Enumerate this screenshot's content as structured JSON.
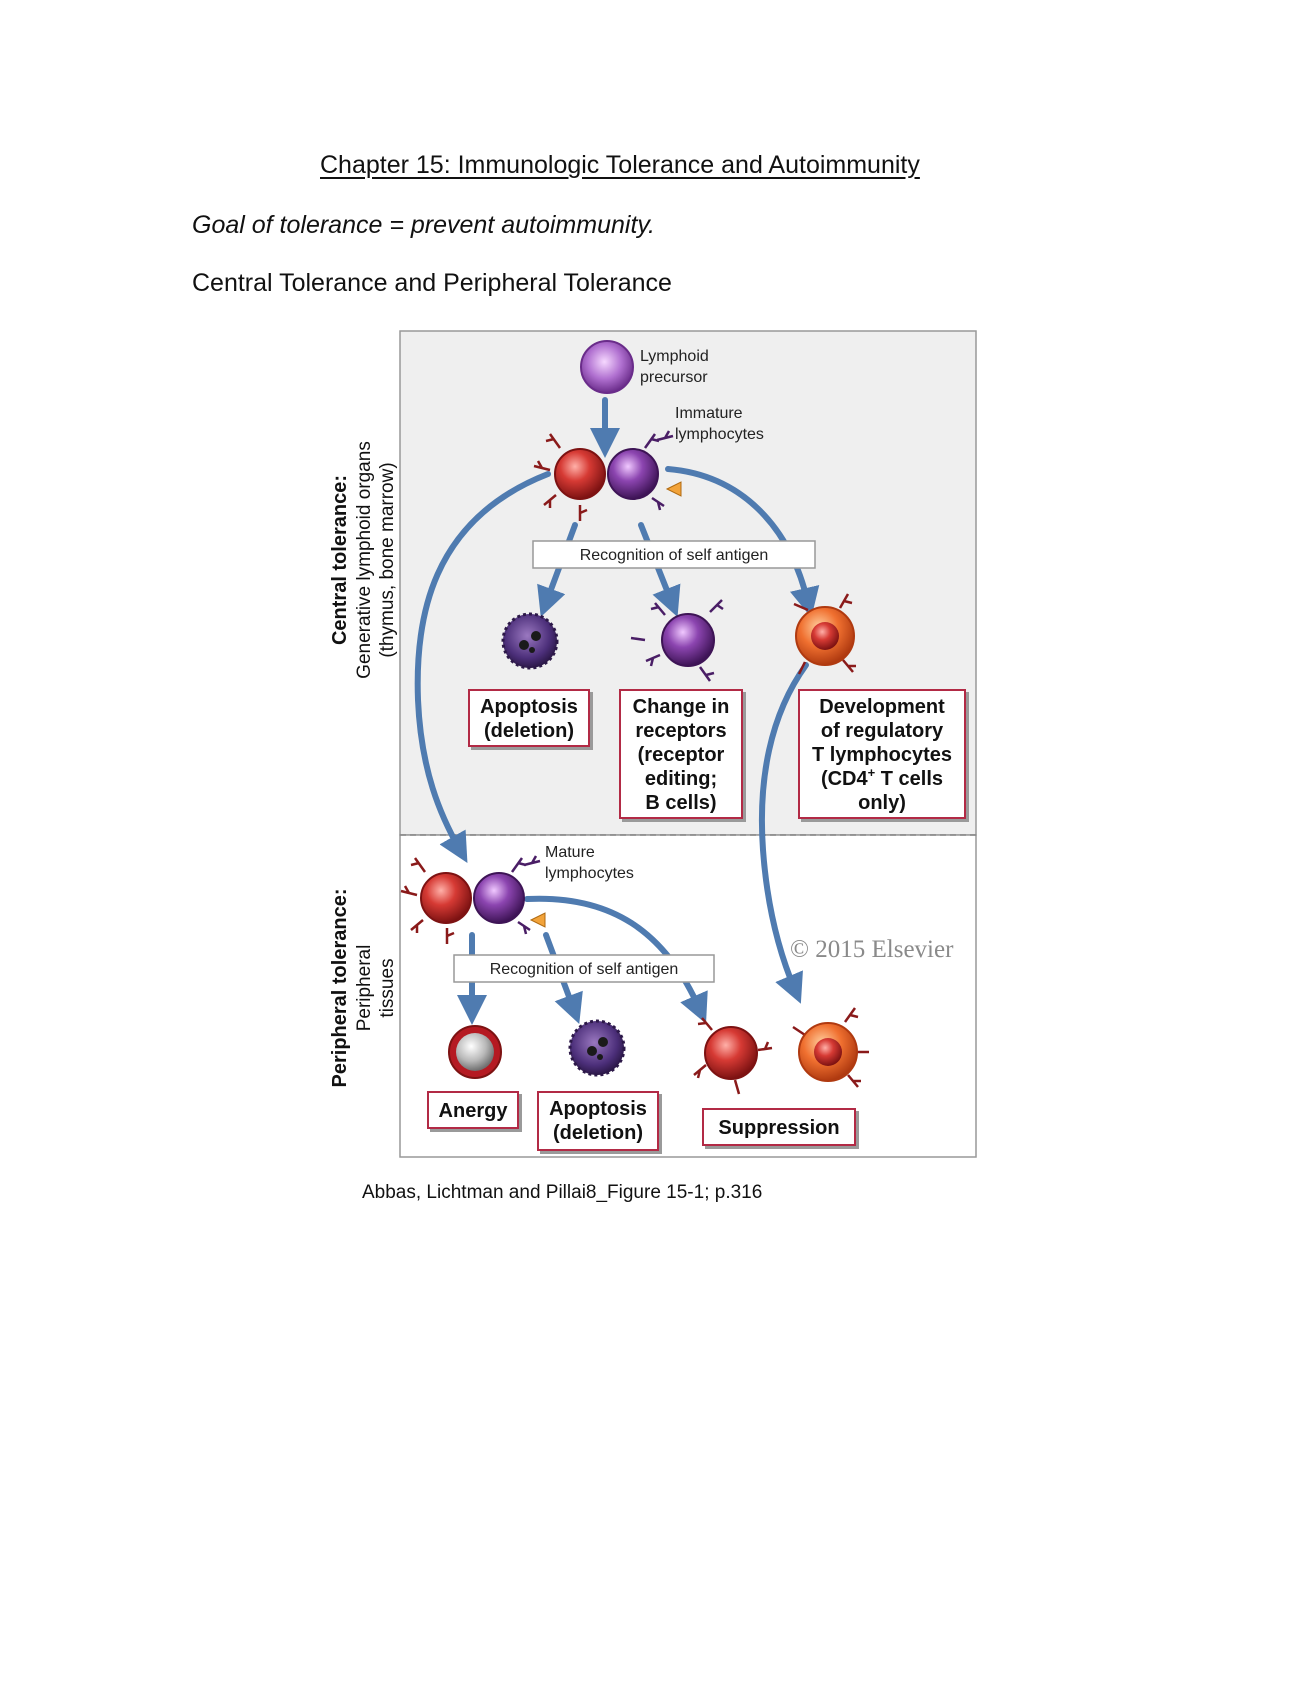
{
  "header": {
    "chapter_title": "Chapter 15: Immunologic Tolerance and Autoimmunity",
    "goal": "Goal of tolerance = prevent autoimmunity.",
    "section_title": "Central Tolerance and Peripheral Tolerance"
  },
  "figure": {
    "central_label": "Central tolerance:",
    "central_sublabel_1": "Generative lymphoid organs",
    "central_sublabel_2": "(thymus, bone marrow)",
    "peripheral_label": "Peripheral tolerance:",
    "peripheral_sublabel_1": "Peripheral",
    "peripheral_sublabel_2": "tissues",
    "lymphoid_precursor_1": "Lymphoid",
    "lymphoid_precursor_2": "precursor",
    "immature_1": "Immature",
    "immature_2": "lymphocytes",
    "recognition_central": "Recognition of self antigen",
    "apoptosis_central_1": "Apoptosis",
    "apoptosis_central_2": "(deletion)",
    "change_1": "Change in",
    "change_2": "receptors",
    "change_3": "(receptor",
    "change_4": "editing;",
    "change_5": "B cells)",
    "dev_1": "Development",
    "dev_2": "of regulatory",
    "dev_3": "T lymphocytes",
    "dev_4a": "(CD4",
    "dev_4sup": "+",
    "dev_4b": " T cells",
    "dev_5": "only)",
    "mature_1": "Mature",
    "mature_2": "lymphocytes",
    "copyright": "© 2015 Elsevier",
    "recognition_peripheral": "Recognition of self antigen",
    "anergy": "Anergy",
    "apoptosis_peripheral_1": "Apoptosis",
    "apoptosis_peripheral_2": "(deletion)",
    "suppression": "Suppression",
    "colors": {
      "panel_fill": "#efefef",
      "arrow": "#4f7bb0",
      "box_border": "#b22a44",
      "red_cell": "#c0282a",
      "purple_cell": "#7a3a96",
      "orange_cell": "#e8622a"
    }
  },
  "caption": "Abbas, Lichtman and Pillai8_Figure 15-1; p.316"
}
